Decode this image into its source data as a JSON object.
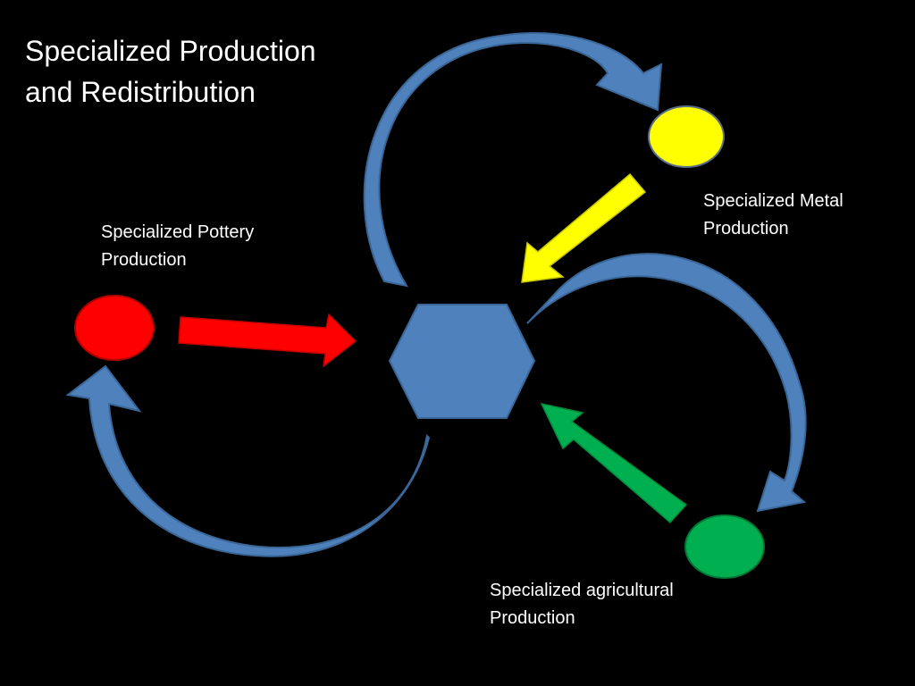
{
  "slide": {
    "background": "#000000",
    "title_lines": [
      "Specialized Production",
      "and Redistribution"
    ]
  },
  "nodes": {
    "pottery": {
      "label_lines": [
        "Specialized Pottery",
        "Production"
      ],
      "color": "#ff0000",
      "shape": "circle"
    },
    "metal": {
      "label_lines": [
        "Specialized Metal",
        "Production"
      ],
      "color": "#ffff00",
      "shape": "circle"
    },
    "agricultural": {
      "label_lines": [
        "Specialized agricultural",
        "Production"
      ],
      "color": "#00b050",
      "shape": "circle"
    },
    "center": {
      "color": "#4f81bd",
      "shape": "hexagon"
    }
  },
  "arrows": {
    "to_center": [
      {
        "from": "pottery",
        "color": "#ff0000"
      },
      {
        "from": "metal",
        "color": "#ffff00"
      },
      {
        "from": "agricultural",
        "color": "#00b050"
      }
    ],
    "redistribution_color": "#4f81bd",
    "redistribution_to": [
      "metal",
      "agricultural",
      "pottery"
    ]
  }
}
